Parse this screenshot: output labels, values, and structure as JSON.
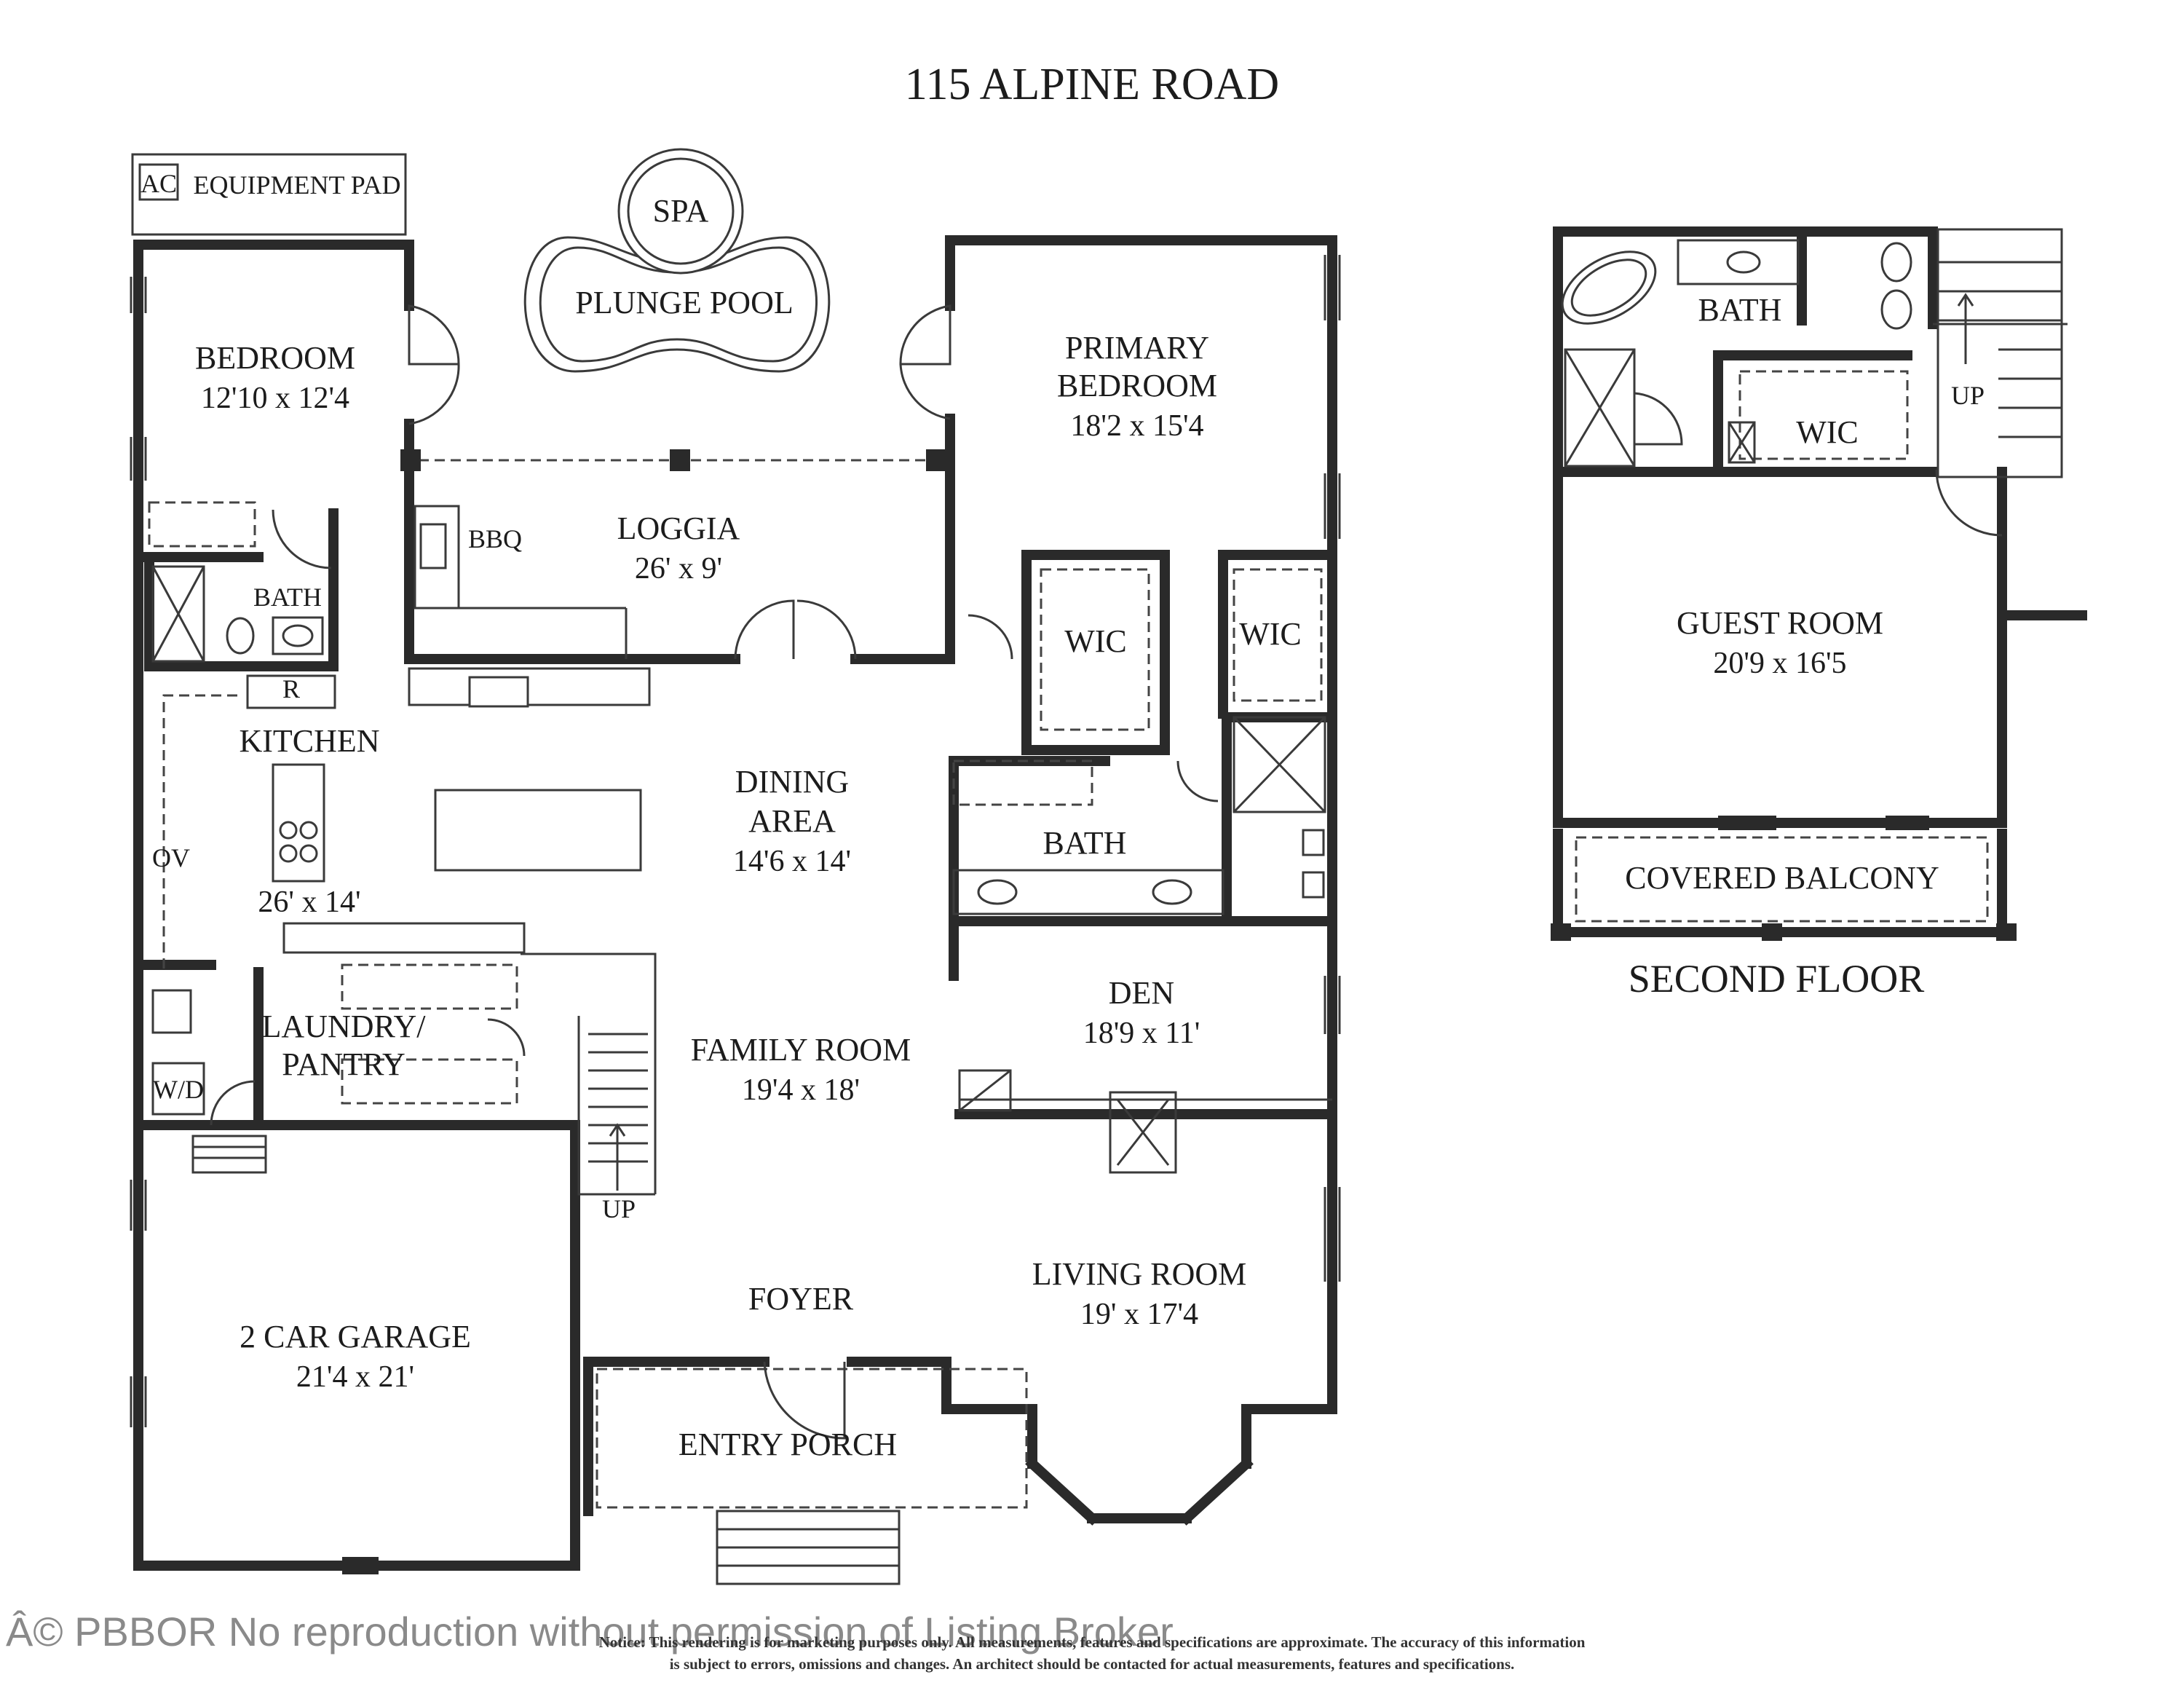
{
  "title": "115 ALPINE ROAD",
  "equipment": {
    "ac": "AC",
    "pad": "EQUIPMENT PAD"
  },
  "outdoor": {
    "spa": "SPA",
    "pool": "PLUNGE POOL"
  },
  "first_floor": {
    "bedroom": {
      "name": "BEDROOM",
      "dims": "12'10 x 12'4"
    },
    "bath_left": "BATH",
    "kitchen": {
      "name": "KITCHEN",
      "dims": "26' x 14'",
      "fridge": "R",
      "oven": "OV"
    },
    "loggia": {
      "name": "LOGGIA",
      "dims": "26' x 9'",
      "bbq": "BBQ"
    },
    "primary_bedroom": {
      "name_line1": "PRIMARY",
      "name_line2": "BEDROOM",
      "dims": "18'2 x 15'4"
    },
    "wic_left": "WIC",
    "wic_right": "WIC",
    "dining": {
      "name_line1": "DINING",
      "name_line2": "AREA",
      "dims": "14'6 x 14'"
    },
    "bath_primary": "BATH",
    "laundry": {
      "name_line1": "LAUNDRY/",
      "name_line2": "PANTRY",
      "wd": "W/D"
    },
    "family_room": {
      "name": "FAMILY ROOM",
      "dims": "19'4 x 18'"
    },
    "den": {
      "name": "DEN",
      "dims": "18'9 x 11'"
    },
    "stairs_up": "UP",
    "foyer": "FOYER",
    "living_room": {
      "name": "LIVING ROOM",
      "dims": "19' x 17'4"
    },
    "garage": {
      "name": "2 CAR GARAGE",
      "dims": "21'4 x 21'"
    },
    "entry_porch": "ENTRY PORCH"
  },
  "second_floor": {
    "label": "SECOND FLOOR",
    "bath": "BATH",
    "wic": "WIC",
    "stairs_up": "UP",
    "guest_room": {
      "name": "GUEST ROOM",
      "dims": "20'9 x 16'5"
    },
    "balcony": "COVERED BALCONY"
  },
  "watermark": "Â© PBBOR No reproduction without permission of Listing Broker",
  "notice": {
    "line1": "Notice: This rendering is for marketing purposes only. All measurements, features and specifications are approximate. The accuracy of this information",
    "line2": "is subject to errors, omissions and changes. An architect should be contacted for actual measurements, features and specifications."
  }
}
